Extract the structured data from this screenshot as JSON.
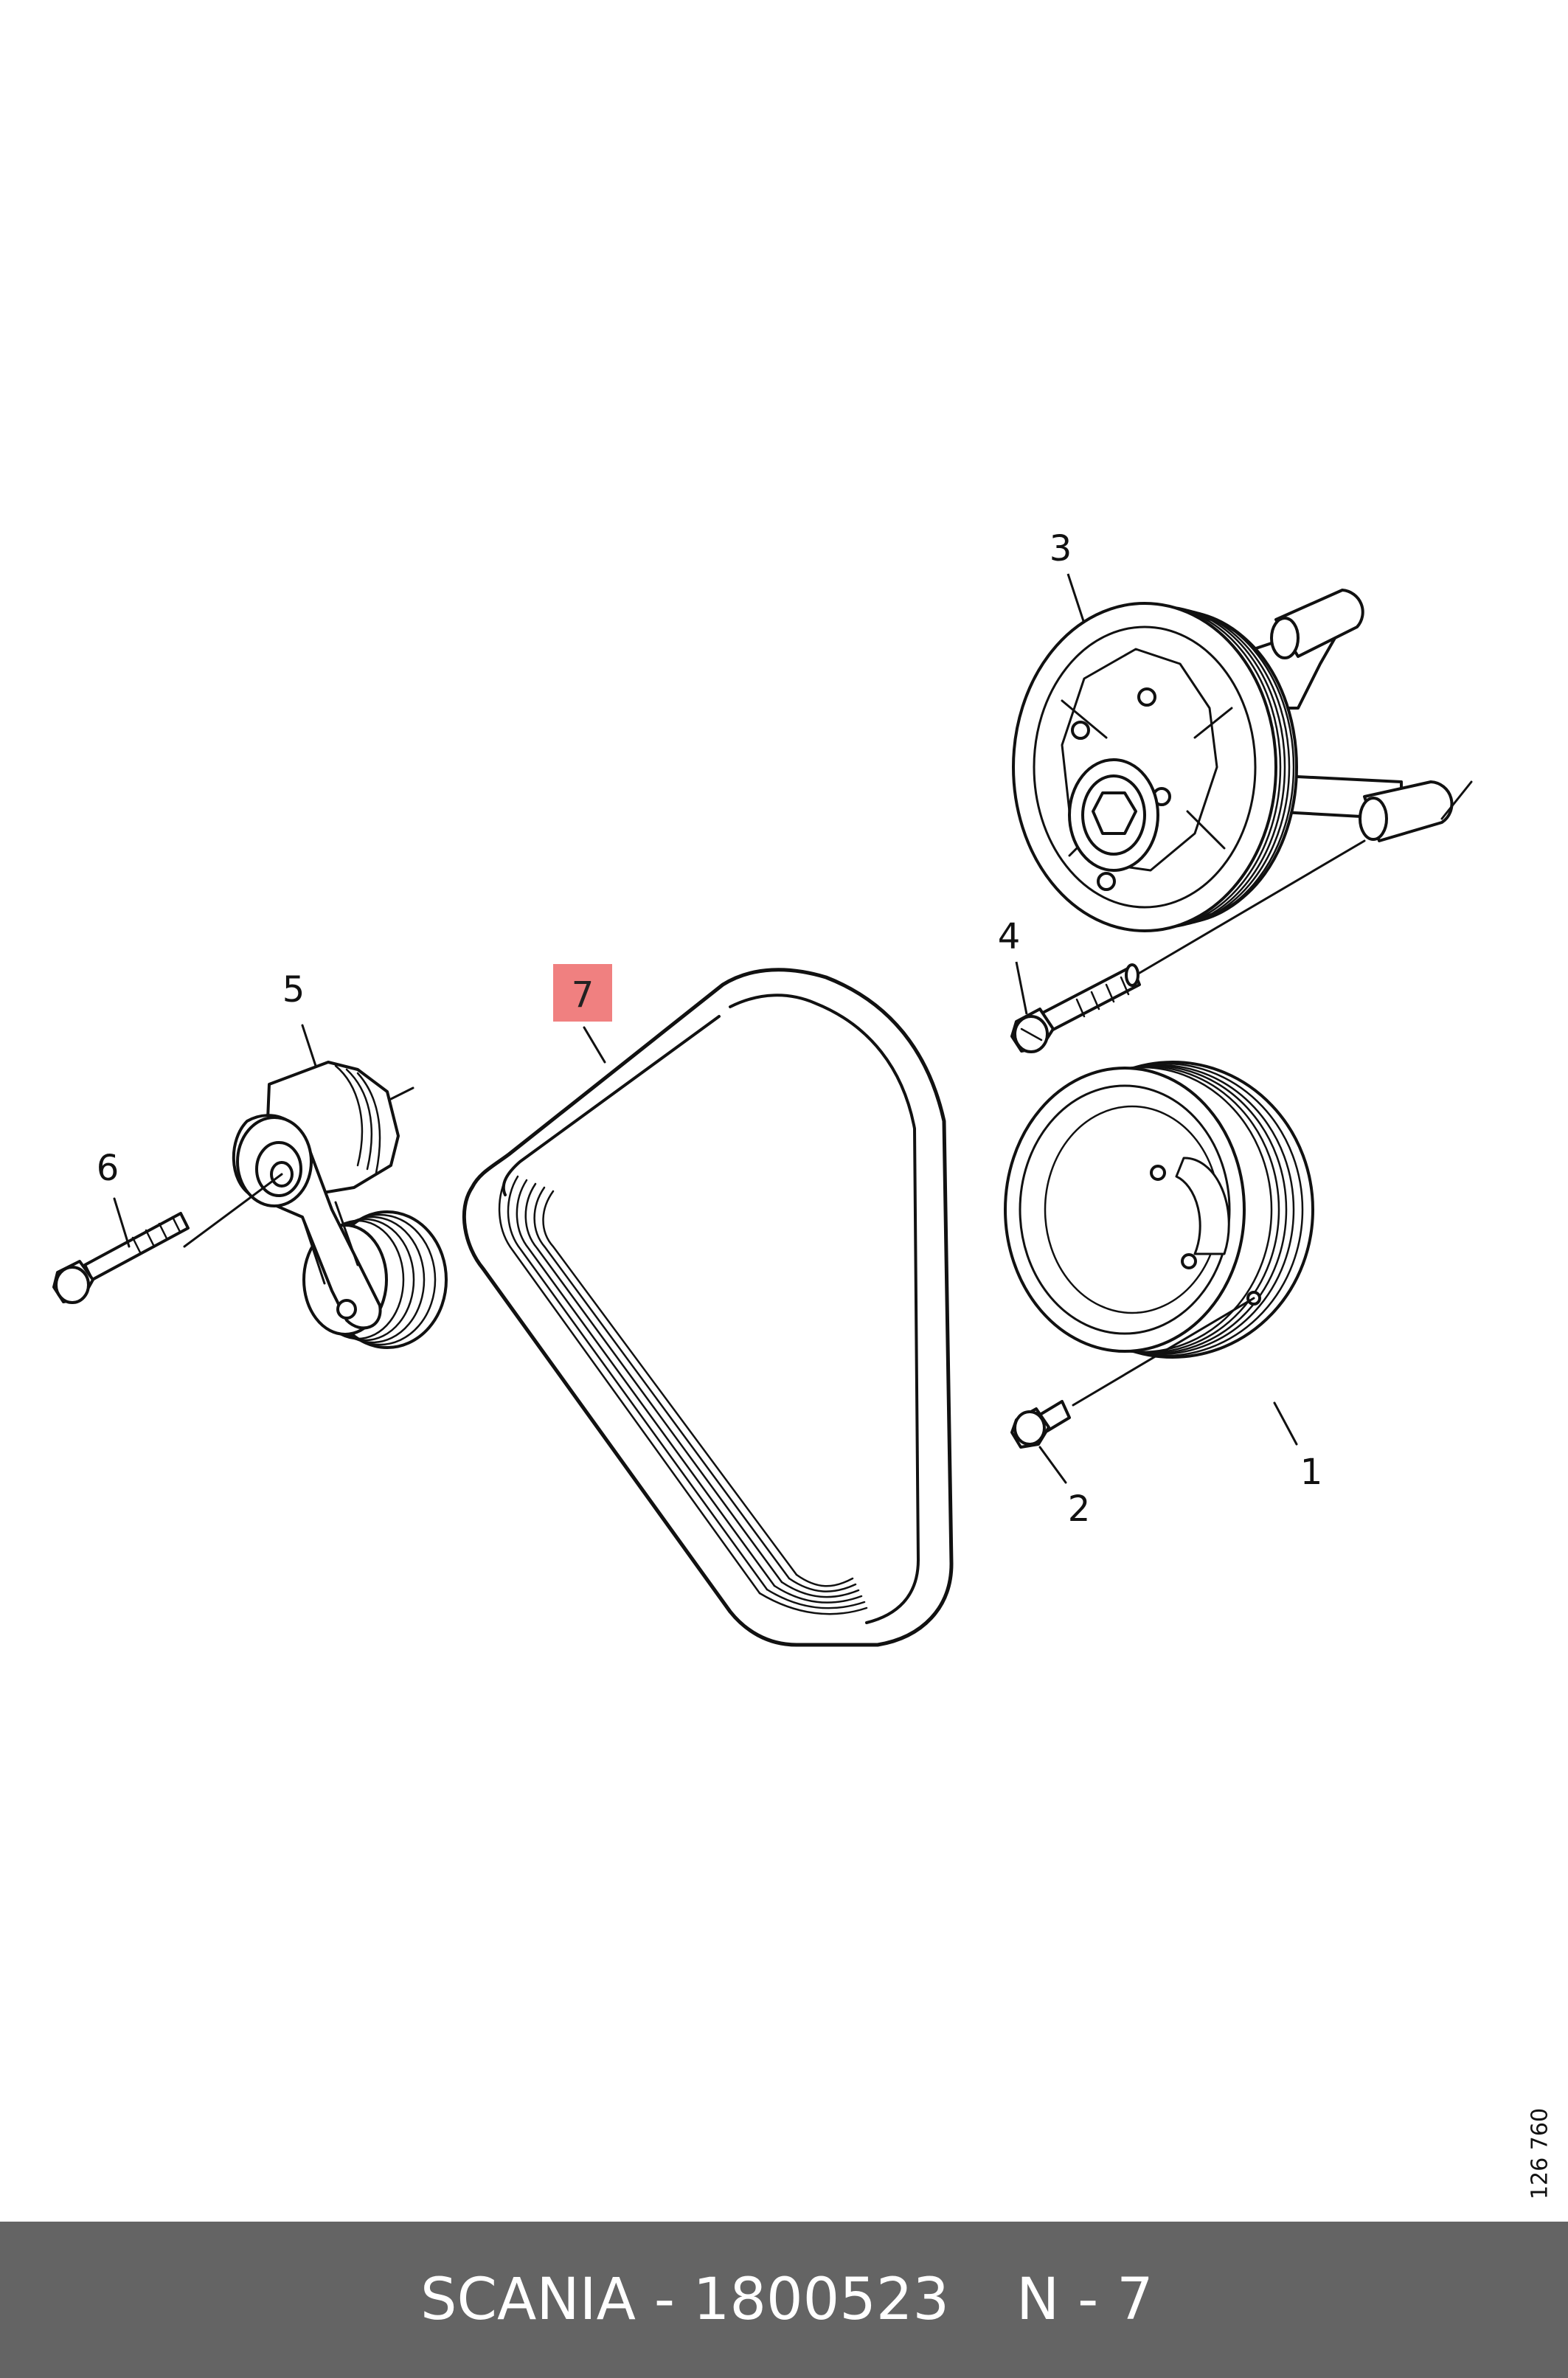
{
  "diagram": {
    "callouts": {
      "c1": "1",
      "c2": "2",
      "c3": "3",
      "c4": "4",
      "c5": "5",
      "c6": "6",
      "c7": "7"
    },
    "highlight_color": "#f08080",
    "reference_number": "126 760"
  },
  "footer": {
    "part_label": "SCANIA - 1800523",
    "position_label": "N - 7",
    "background": "#646464"
  }
}
